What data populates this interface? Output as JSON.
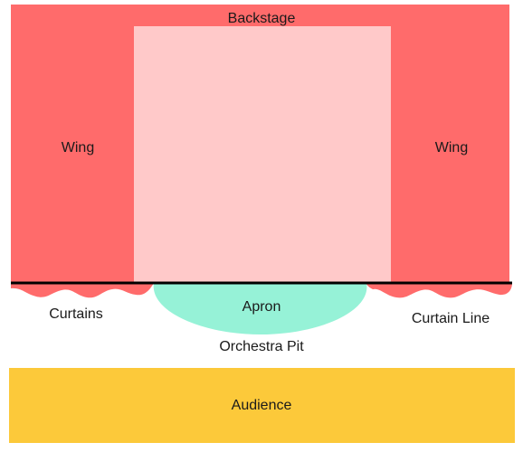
{
  "diagram": {
    "labels": {
      "backstage": "Backstage",
      "wing_left": "Wing",
      "wing_right": "Wing",
      "apron": "Apron",
      "curtains": "Curtains",
      "curtain_line": "Curtain Line",
      "orchestra_pit": "Orchestra Pit",
      "audience": "Audience"
    },
    "colors": {
      "wings_backstage": "#ff6b6b",
      "stage_floor": "#ffc9c9",
      "apron": "#96f2d7",
      "curtain_line": "#000000",
      "audience": "#fcc93a",
      "label_text": "#1a1a1a"
    }
  }
}
